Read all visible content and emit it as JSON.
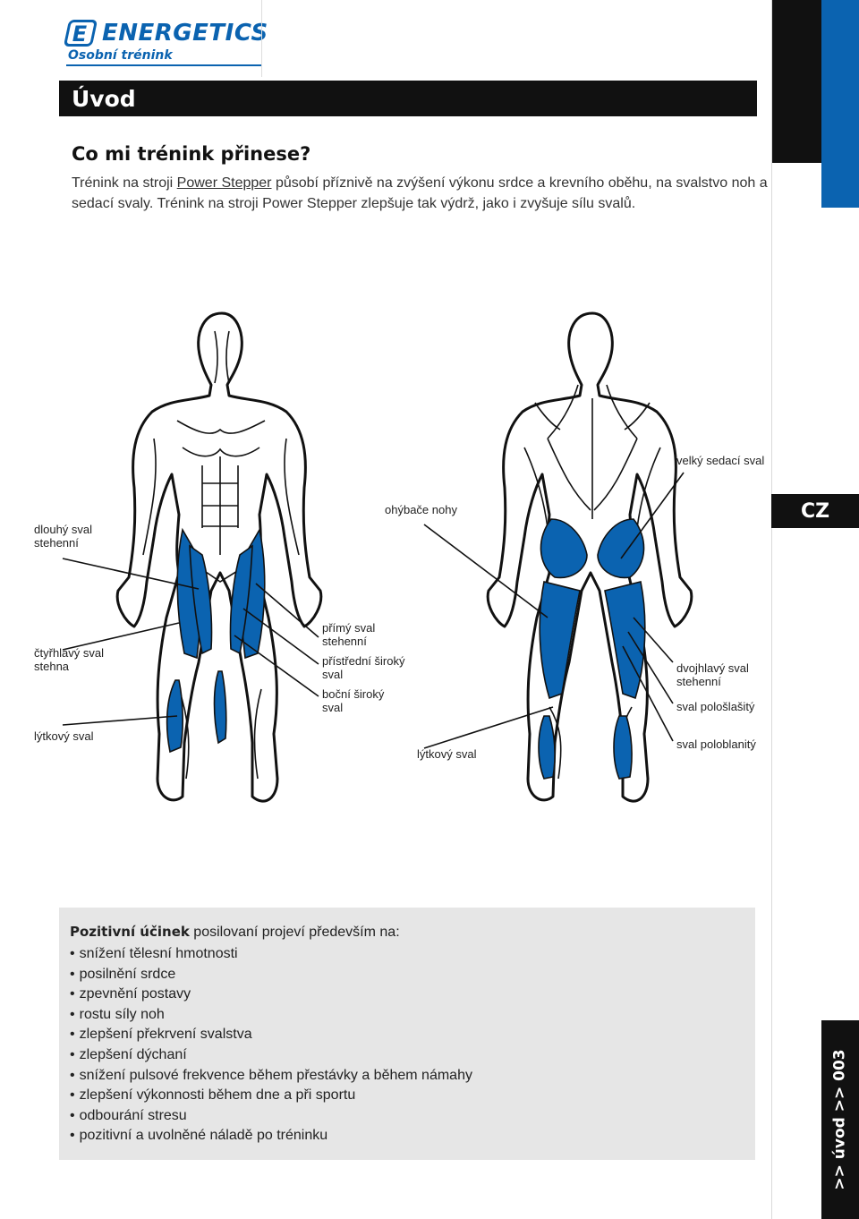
{
  "brand": {
    "letter": "E",
    "name": "ENERGETICS",
    "subtitle": "Osobní trénink"
  },
  "side": {
    "language": "CZ",
    "section": ">> úvod >> 003"
  },
  "section_title": "Úvod",
  "heading": "Co mi trénink přinese?",
  "intro": {
    "text_before": "Trénink na stroji ",
    "link": "Power Stepper",
    "text_after": " působí příznivě na zvýšení výkonu srdce a krevního oběhu, na svalstvo noh a sedací svaly. Trénink na stroji Power Stepper zlepšuje tak výdrž, jako i zvyšuje sílu svalů."
  },
  "labels": {
    "dlouhy": "dlouhý sval stehenní",
    "ctyrhlavy": "čtyřhlavý sval stehna",
    "lytkovy_front": "lýtkový sval",
    "primy": "přímý sval stehenní",
    "pristredni": "přístřední široký sval",
    "bocni": "boční široký sval",
    "ohybace": "ohýbače nohy",
    "lytkovy_back": "lýtkový sval",
    "velky": "velký sedací sval",
    "dvojhlavy": "dvojhlavý sval stehenní",
    "poloslasity": "sval pološlašitý",
    "poloblanity": "sval poloblanitý"
  },
  "benefits": {
    "intro_bold": "Pozitivní účinek",
    "intro_rest": " posilovaní projeví především na:",
    "items": [
      "snížení tělesní hmotnosti",
      "posilnění srdce",
      "zpevnění postavy",
      "rostu síly noh",
      "zlepšení překrvení svalstva",
      "zlepšení dýchaní",
      "snížení pulsové frekvence během přestávky a během námahy",
      "zlepšení výkonnosti během dne a při sportu",
      "odbourání stresu",
      "pozitivní a uvolněné náladě po tréninku"
    ]
  },
  "colors": {
    "accent_blue": "#0b63b0",
    "black": "#111111",
    "box_grey": "#e6e6e6"
  }
}
